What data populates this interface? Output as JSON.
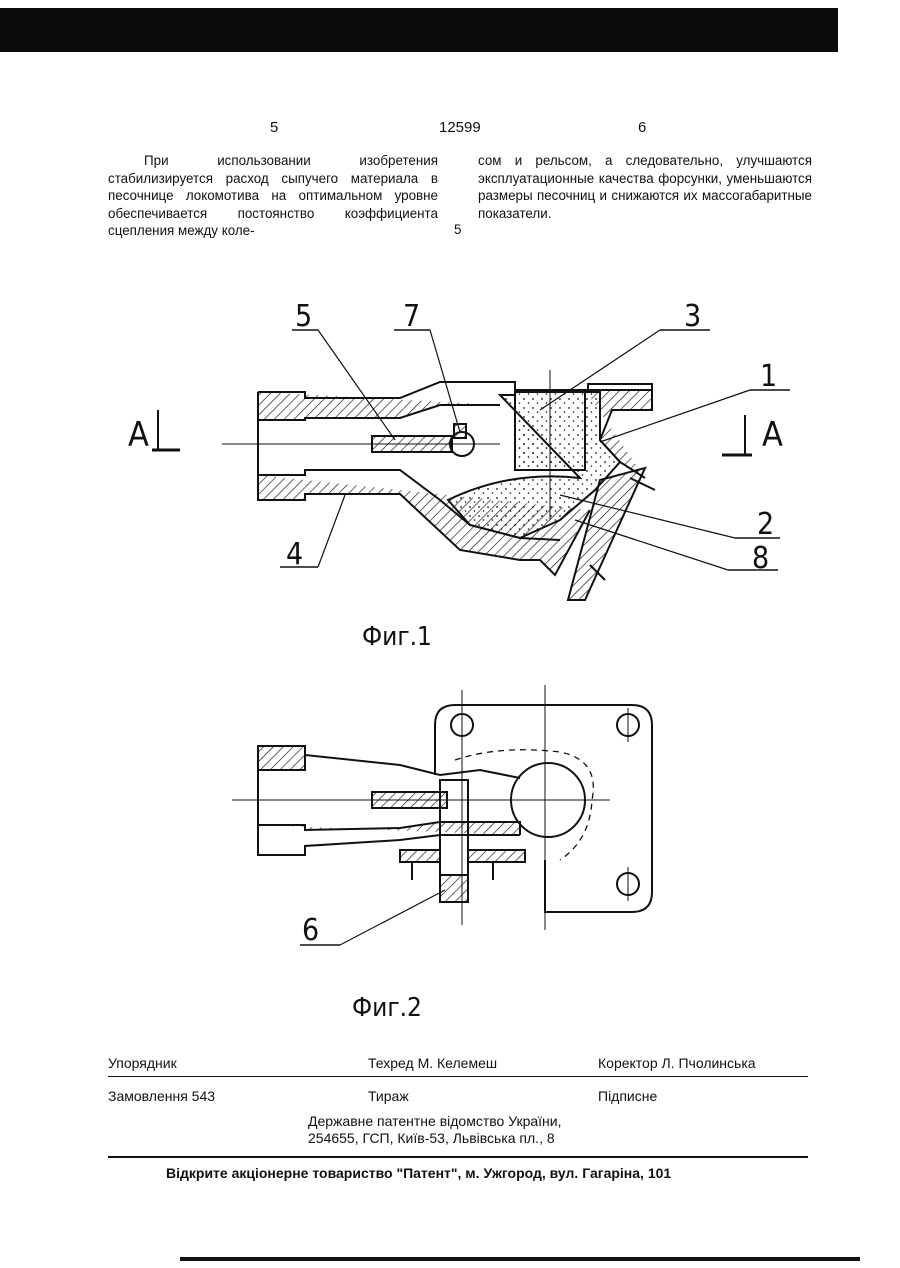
{
  "header": {
    "page_left": "5",
    "patent_number": "12599",
    "page_right": "6"
  },
  "text": {
    "left_column": "При использовании изобретения стабилизируется расход сыпучего материала в песочнице локомотива на оптимальном уровне обеспечивается постоянство коэффициента сцепления между коле-",
    "line_number": "5",
    "right_column": "сом и рельсом, а следовательно, улучшаются эксплуатационные качества форсунки, уменьшаются размеры песочниц и снижаются их массогабаритные показатели."
  },
  "figure1": {
    "caption": "Фиг.1",
    "section_left": "А",
    "section_right": "А",
    "labels": [
      "5",
      "7",
      "3",
      "1",
      "2",
      "8",
      "4"
    ]
  },
  "figure2": {
    "caption": "Фиг.2",
    "labels": [
      "6"
    ]
  },
  "colophon": {
    "compiler": "Упорядник",
    "tech_editor": "Техред М. Келемеш",
    "corrector": "Коректор Л. Пчолинська",
    "order": "Замовлення 543",
    "circulation": "Тираж",
    "subscription": "Підписне",
    "office_line1": "Державне патентне відомство України,",
    "office_line2": "254655, ГСП, Київ-53, Львівська пл., 8",
    "publisher": "Відкрите акціонерне товариство \"Патент\", м. Ужгород, вул. Гагаріна, 101"
  }
}
